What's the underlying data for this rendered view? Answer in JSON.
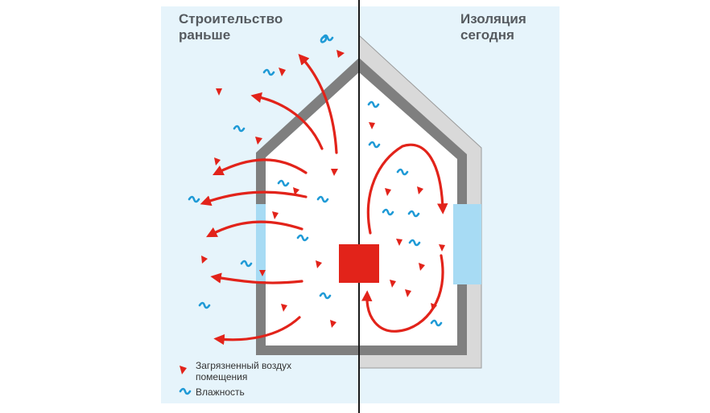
{
  "titles": {
    "before": "Строительство\nраньше",
    "today": "Изоляция\nсегодня"
  },
  "legend": {
    "pollution": "Загрязненный воздух\nпомещения",
    "humidity": "Влажность"
  },
  "colors": {
    "background": "#e6f4fb",
    "wall": "#7f7f7f",
    "insulation": "#d9d9d9",
    "window": "#a7dbf4",
    "arrow": "#e2231a",
    "humidity": "#1f9ad6",
    "divider": "#1a1a1a"
  },
  "icons": {
    "pollution": "red-triangle-icon",
    "humidity": "blue-squiggle-icon",
    "heater": "red-square-icon"
  }
}
